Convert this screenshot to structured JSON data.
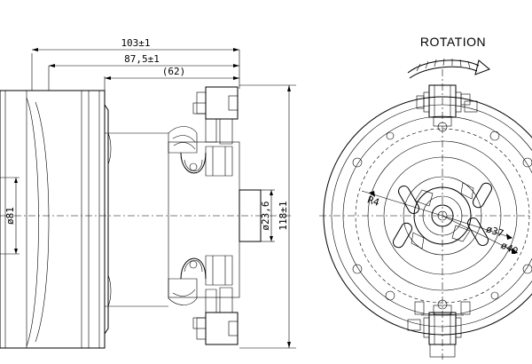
{
  "side_view": {
    "dimensions": {
      "overall_length": "103±1",
      "mid_length": "87,5±1",
      "inner_length": "(62)",
      "height": "118±1",
      "shaft_diameter": "ø23,6",
      "body_diameter": "ø81"
    }
  },
  "front_view": {
    "title": "ROTATION",
    "dimensions": {
      "radius": "R4",
      "diameter_37": "ø37",
      "diameter_40": "ø40"
    }
  }
}
